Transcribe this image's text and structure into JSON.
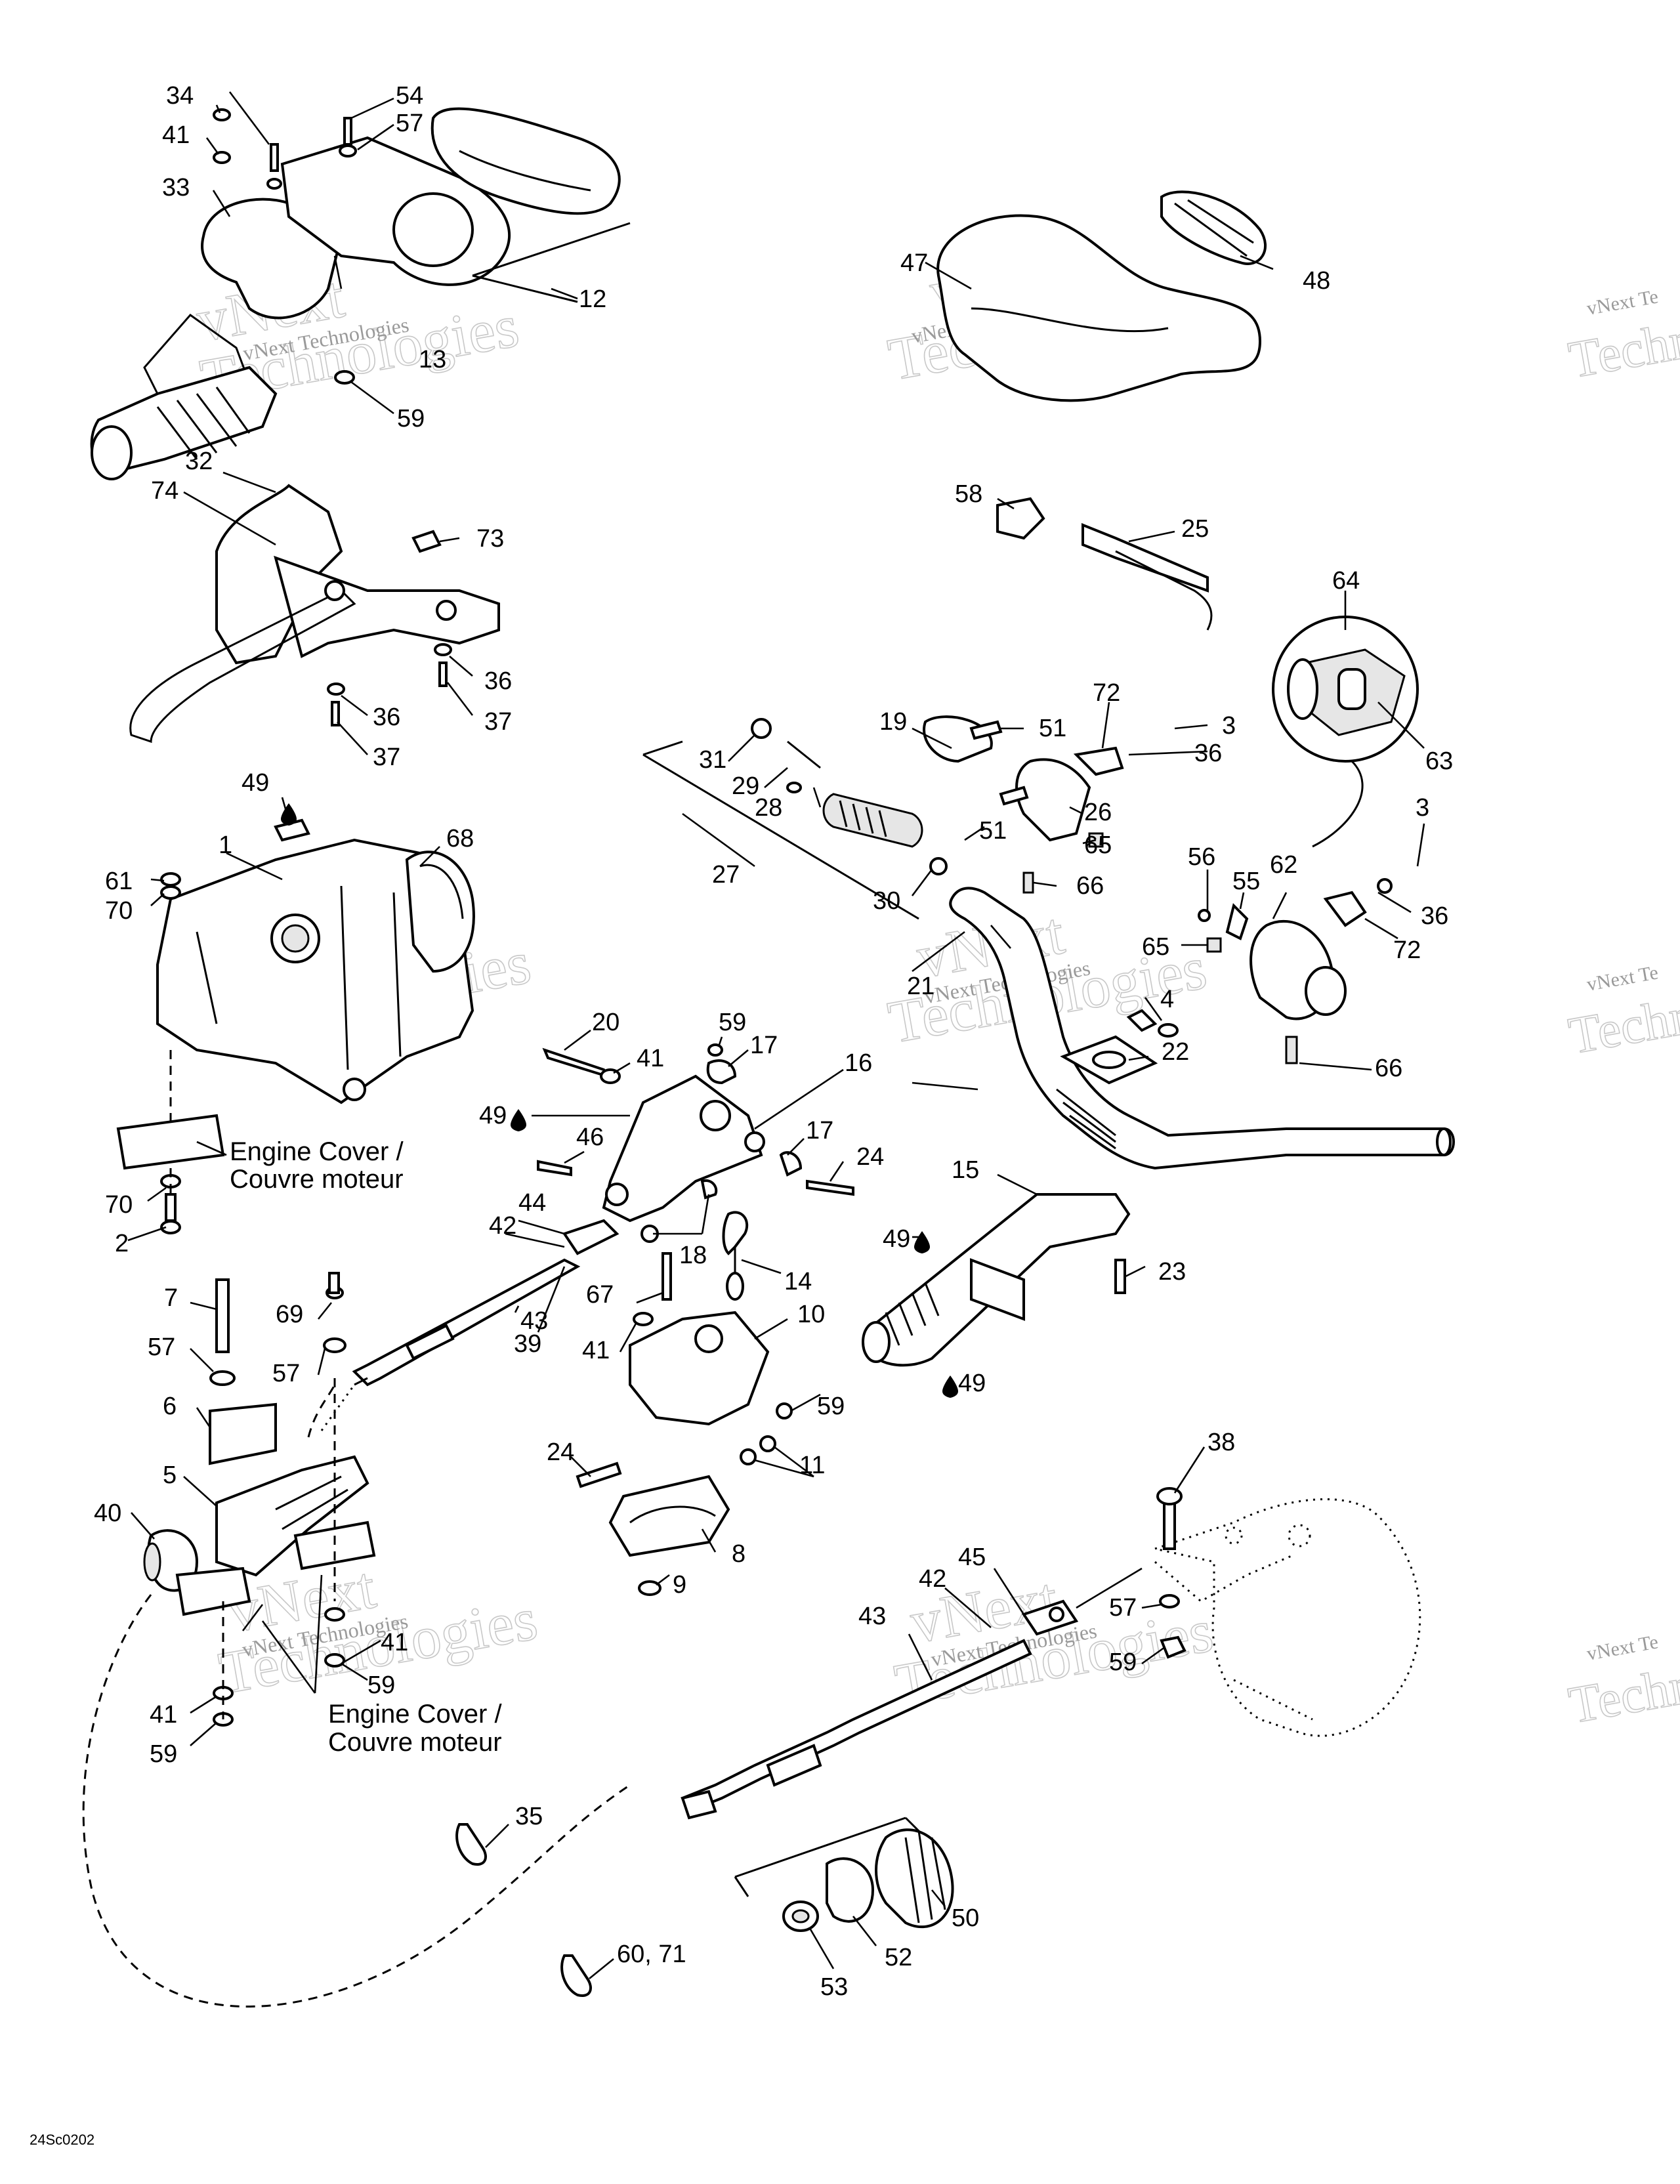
{
  "labels": [
    {
      "text": "34"
    },
    {
      "text": "41"
    },
    {
      "text": "33"
    },
    {
      "text": "54"
    },
    {
      "text": "57"
    },
    {
      "text": "12"
    },
    {
      "text": "13"
    },
    {
      "text": "59"
    },
    {
      "text": "47"
    },
    {
      "text": "48"
    },
    {
      "text": "32"
    },
    {
      "text": "74"
    },
    {
      "text": "73"
    },
    {
      "text": "36"
    },
    {
      "text": "37"
    },
    {
      "text": "36"
    },
    {
      "text": "37"
    },
    {
      "text": "58"
    },
    {
      "text": "25"
    },
    {
      "text": "64"
    },
    {
      "text": "63"
    },
    {
      "text": "72"
    },
    {
      "text": "3"
    },
    {
      "text": "36"
    },
    {
      "text": "19"
    },
    {
      "text": "51"
    },
    {
      "text": "31"
    },
    {
      "text": "29"
    },
    {
      "text": "28"
    },
    {
      "text": "26"
    },
    {
      "text": "51"
    },
    {
      "text": "65"
    },
    {
      "text": "27"
    },
    {
      "text": "30"
    },
    {
      "text": "66"
    },
    {
      "text": "49"
    },
    {
      "text": "1"
    },
    {
      "text": "68"
    },
    {
      "text": "61"
    },
    {
      "text": "70"
    },
    {
      "text": "3"
    },
    {
      "text": "56"
    },
    {
      "text": "55"
    },
    {
      "text": "62"
    },
    {
      "text": "36"
    },
    {
      "text": "72"
    },
    {
      "text": "65"
    },
    {
      "text": "21"
    },
    {
      "text": "4"
    },
    {
      "text": "22"
    },
    {
      "text": "66"
    },
    {
      "text": "20"
    },
    {
      "text": "59"
    },
    {
      "text": "17"
    },
    {
      "text": "41"
    },
    {
      "text": "16"
    },
    {
      "text": "49"
    },
    {
      "text": "46"
    },
    {
      "text": "17"
    },
    {
      "text": "24"
    },
    {
      "text": "70"
    },
    {
      "text": "2"
    },
    {
      "text": "44"
    },
    {
      "text": "42"
    },
    {
      "text": "18"
    },
    {
      "text": "15"
    },
    {
      "text": "49"
    },
    {
      "text": "23"
    },
    {
      "text": "7"
    },
    {
      "text": "69"
    },
    {
      "text": "57"
    },
    {
      "text": "57"
    },
    {
      "text": "43"
    },
    {
      "text": "39"
    },
    {
      "text": "67"
    },
    {
      "text": "41"
    },
    {
      "text": "14"
    },
    {
      "text": "10"
    },
    {
      "text": "59"
    },
    {
      "text": "49"
    },
    {
      "text": "6"
    },
    {
      "text": "5"
    },
    {
      "text": "40"
    },
    {
      "text": "24"
    },
    {
      "text": "11"
    },
    {
      "text": "8"
    },
    {
      "text": "9"
    },
    {
      "text": "38"
    },
    {
      "text": "45"
    },
    {
      "text": "42"
    },
    {
      "text": "43"
    },
    {
      "text": "57"
    },
    {
      "text": "59"
    },
    {
      "text": "41"
    },
    {
      "text": "59"
    },
    {
      "text": "41"
    },
    {
      "text": "59"
    },
    {
      "text": "35"
    },
    {
      "text": "50"
    },
    {
      "text": "52"
    },
    {
      "text": "53"
    },
    {
      "text": "60, 71"
    }
  ],
  "notes": {
    "engine_cover_1": [
      "Engine Cover /",
      "Couvre moteur"
    ],
    "engine_cover_2": [
      "Engine Cover /",
      "Couvre moteur"
    ]
  },
  "watermark": {
    "line1": "vNext Technologies",
    "line2": "vNext",
    "line3": "Technologies",
    "line4": "vNext Te",
    "line5": "Techn"
  },
  "drawing_code": "24Sc0202"
}
